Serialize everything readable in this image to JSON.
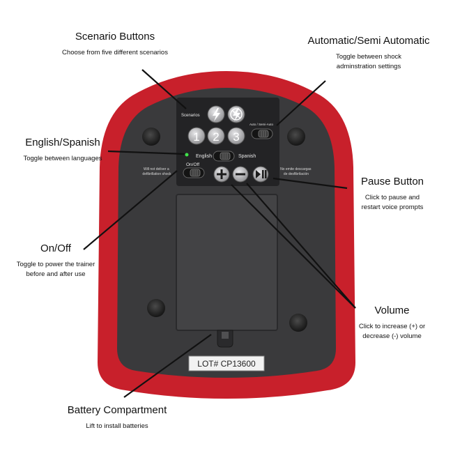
{
  "callouts": {
    "scenario": {
      "title": "Scenario Buttons",
      "desc": "Choose from five different scenarios"
    },
    "auto": {
      "title": "Automatic/Semi Automatic",
      "desc": [
        "Toggle between shock",
        "adminstration settings"
      ]
    },
    "language": {
      "title": "English/Spanish",
      "desc": "Toggle between languages"
    },
    "pause": {
      "title": "Pause Button",
      "desc": [
        "Click to pause and",
        "restart voice prompts"
      ]
    },
    "power": {
      "title": "On/Off",
      "desc": [
        "Toggle to power the trainer",
        "before and after use"
      ]
    },
    "volume": {
      "title": "Volume",
      "desc": [
        "Click to increase (+) or",
        "decrease (-) volume"
      ]
    },
    "battery": {
      "title": "Battery Compartment",
      "desc": "Lift to install batteries"
    }
  },
  "device": {
    "scenarios_label": "Scenarios",
    "scenario_numbers": [
      "1",
      "2",
      "3"
    ],
    "english_label": "English",
    "spanish_label": "Spanish",
    "onoff_label": "On/Off",
    "auto_label": "Auto / Semi-Auto",
    "warning_en": [
      "Will not deliver a",
      "defibrillation shock"
    ],
    "warning_es": [
      "No emite descargas",
      "de desfibrilación"
    ],
    "lot_label": "LOT# CP13600"
  },
  "colors": {
    "shell": "#c8202b",
    "body": "#3a3a3c",
    "panel": "#232325",
    "button": "#b9b9bb",
    "led": "#3fe24a"
  }
}
